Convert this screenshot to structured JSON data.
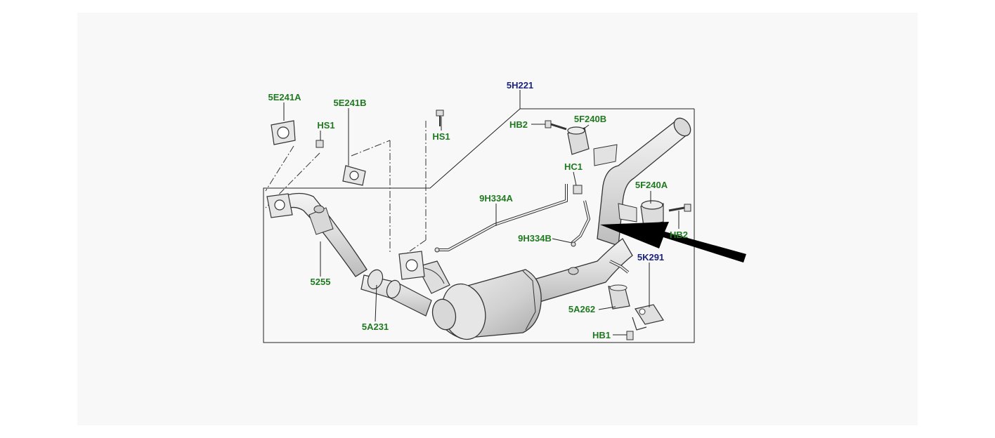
{
  "colors": {
    "part_label": "#1f7a1f",
    "group_label": "#1a237e",
    "line": "#222222",
    "part_stroke": "#333333",
    "part_fill": "#e9e9e9",
    "arrow": "#000000",
    "background": "#f8f8f8"
  },
  "labels": {
    "group_main": "5H221",
    "gasket_a": "5E241A",
    "gasket_b": "5E241B",
    "stud_left": "HS1",
    "stud_right": "HS1",
    "bolt_top": "HB2",
    "mount_top": "5F240B",
    "clip": "HC1",
    "pipe_upper": "9H334A",
    "pipe_lower": "9H334B",
    "mount_right": "5F240A",
    "bolt_right": "HB2",
    "group_bracket": "5K291",
    "front_pipe": "5255",
    "clamp": "5A231",
    "hanger": "5A262",
    "bolt_bottom": "HB1"
  },
  "pointer_arrow": {
    "icon": "pointer-arrow-icon"
  }
}
